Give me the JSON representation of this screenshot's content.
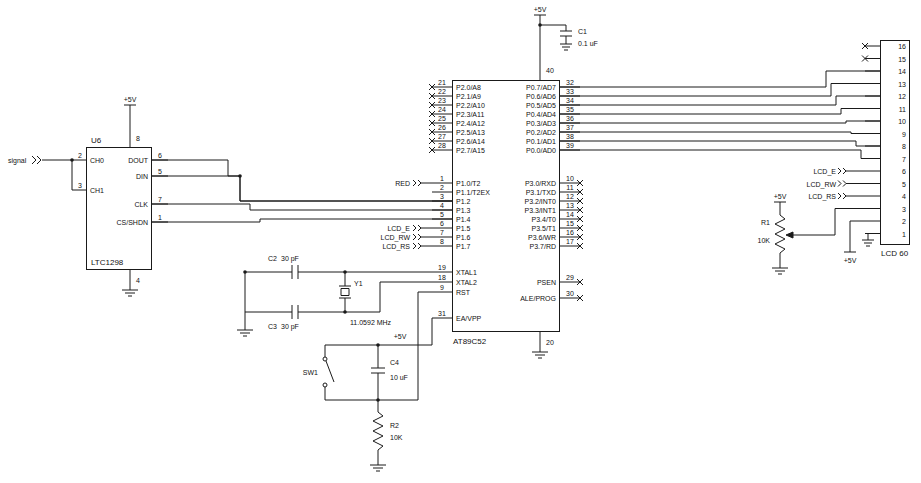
{
  "diagram": {
    "nodes": [
      {
        "text": [
          "U6",
          "LTC1298"
        ]
      },
      {
        "text": [
          "AT89C52"
        ]
      },
      {
        "text": [
          "LCD 60"
        ]
      }
    ],
    "edges": [
      {
        "from": 0,
        "to": 1,
        "arrow": "none"
      },
      {
        "from": 0,
        "to": 1,
        "arrow": "none"
      },
      {
        "from": 0,
        "to": 1,
        "arrow": "none"
      },
      {
        "from": 0,
        "to": 1,
        "arrow": "none"
      },
      {
        "from": 1,
        "to": 2,
        "arrow": "none"
      },
      {
        "from": 1,
        "to": 2,
        "arrow": "none"
      },
      {
        "from": 1,
        "to": 2,
        "arrow": "none"
      },
      {
        "from": 1,
        "to": 2,
        "arrow": "none"
      },
      {
        "from": 1,
        "to": 2,
        "arrow": "none"
      },
      {
        "from": 1,
        "to": 2,
        "arrow": "none"
      },
      {
        "from": 1,
        "to": 2,
        "arrow": "none"
      },
      {
        "from": 1,
        "to": 2,
        "arrow": "none"
      }
    ],
    "labels": [
      "signal",
      "CH0",
      "CH1",
      "DOUT",
      "DIN",
      "CLK",
      "CS/SHDN",
      "2",
      "3",
      "6",
      "5",
      "7",
      "1",
      "8",
      "4",
      "+5V",
      "P2.0/A8",
      "P2.1/A9",
      "P2.2/A10",
      "P2.3/A11",
      "P2.4/A12",
      "P2.5/A13",
      "P2.6/A14",
      "P2.7/A15",
      "P1.0/T2",
      "P1.1/T2EX",
      "P1.2",
      "P1.3",
      "P1.4",
      "P1.5",
      "P1.6",
      "P1.7",
      "XTAL1",
      "XTAL2",
      "RST",
      "EA/VPP",
      "P0.7/AD7",
      "P0.6/AD6",
      "P0.5/AD5",
      "P0.4/AD4",
      "P0.3/AD3",
      "P0.2/AD2",
      "P0.1/AD1",
      "P0.0/AD0",
      "P3.0/RXD",
      "P3.1/TXD",
      "P3.2/INT0",
      "P3.3/INT1",
      "P3.4/T0",
      "P3.5/T1",
      "P3.6/WR",
      "P3.7/RD",
      "PSEN",
      "ALE/PROG",
      "21",
      "22",
      "23",
      "24",
      "25",
      "26",
      "27",
      "28",
      "1",
      "2",
      "3",
      "4",
      "5",
      "6",
      "7",
      "8",
      "19",
      "18",
      "9",
      "31",
      "32",
      "33",
      "34",
      "35",
      "36",
      "37",
      "38",
      "39",
      "10",
      "11",
      "12",
      "13",
      "14",
      "15",
      "16",
      "17",
      "29",
      "30",
      "40",
      "20",
      "RED",
      "LCD_E",
      "LCD_RW",
      "LCD_RS",
      "+5V",
      "C1",
      "0.1 uF",
      "C2",
      "30 pF",
      "C3",
      "30 pF",
      "Y1",
      "11.0592 MHz",
      "+5V",
      "SW1",
      "C4",
      "10 uF",
      "R2",
      "10K",
      "16",
      "15",
      "14",
      "13",
      "12",
      "11",
      "10",
      "9",
      "8",
      "7",
      "6",
      "5",
      "4",
      "3",
      "2",
      "1",
      "LCD_E",
      "LCD_RW",
      "LCD_RS",
      "+5V",
      "R1",
      "10K",
      "+5V"
    ]
  }
}
